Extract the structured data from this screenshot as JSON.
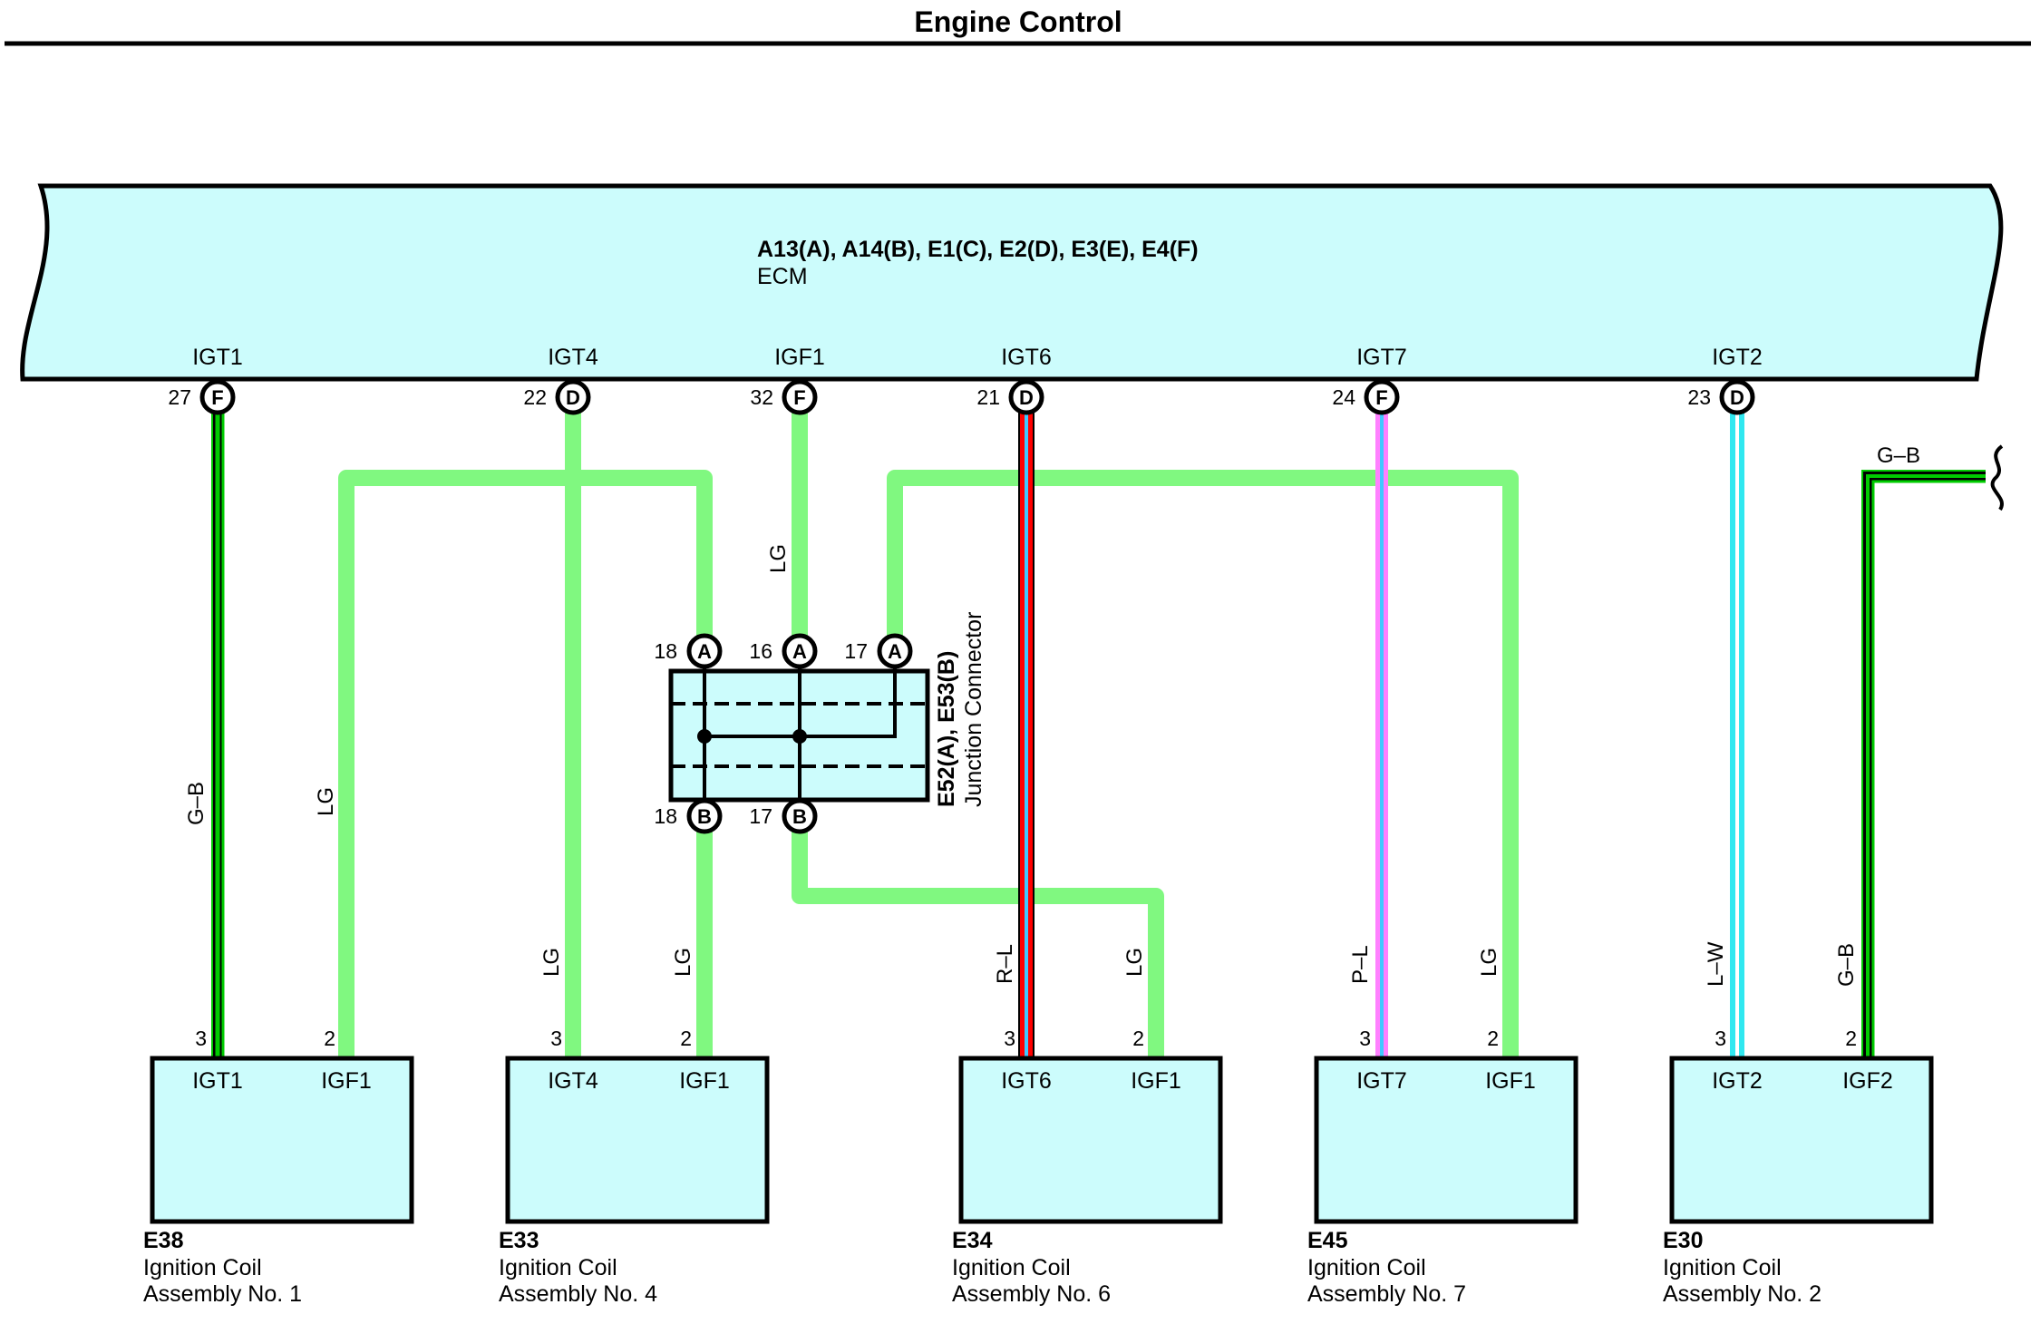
{
  "title": "Engine Control",
  "ecm": {
    "connectors": "A13(A), A14(B), E1(C), E2(D), E3(E), E4(F)",
    "name": "ECM",
    "pins": [
      {
        "label": "IGT1",
        "num": "27",
        "conn": "F"
      },
      {
        "label": "IGT4",
        "num": "22",
        "conn": "D"
      },
      {
        "label": "IGF1",
        "num": "32",
        "conn": "F"
      },
      {
        "label": "IGT6",
        "num": "21",
        "conn": "D"
      },
      {
        "label": "IGT7",
        "num": "24",
        "conn": "F"
      },
      {
        "label": "IGT2",
        "num": "23",
        "conn": "D"
      }
    ]
  },
  "junction": {
    "id": "E52(A), E53(B)",
    "name": "Junction Connector",
    "top_pins": [
      {
        "num": "18",
        "conn": "A"
      },
      {
        "num": "16",
        "conn": "A"
      },
      {
        "num": "17",
        "conn": "A"
      }
    ],
    "bottom_pins": [
      {
        "num": "18",
        "conn": "B"
      },
      {
        "num": "17",
        "conn": "B"
      }
    ]
  },
  "wires": {
    "igt1": "G–B",
    "igf_e38": "LG",
    "ecm_igf1": "LG",
    "igt4": "LG",
    "igf_e33": "LG",
    "igt6": "R–L",
    "igf_e34": "LG",
    "igt7": "P–L",
    "igf_e45": "LG",
    "igt2": "L–W",
    "igf2": "G–B",
    "igf2_ext": "G–B"
  },
  "coils": [
    {
      "id": "E38",
      "name": "Ignition Coil",
      "assembly": "Assembly No. 1",
      "pin_a": "3",
      "pin_b": "2",
      "sig_a": "IGT1",
      "sig_b": "IGF1"
    },
    {
      "id": "E33",
      "name": "Ignition Coil",
      "assembly": "Assembly No. 4",
      "pin_a": "3",
      "pin_b": "2",
      "sig_a": "IGT4",
      "sig_b": "IGF1"
    },
    {
      "id": "E34",
      "name": "Ignition Coil",
      "assembly": "Assembly No. 6",
      "pin_a": "3",
      "pin_b": "2",
      "sig_a": "IGT6",
      "sig_b": "IGF1"
    },
    {
      "id": "E45",
      "name": "Ignition Coil",
      "assembly": "Assembly No. 7",
      "pin_a": "3",
      "pin_b": "2",
      "sig_a": "IGT7",
      "sig_b": "IGF1"
    },
    {
      "id": "E30",
      "name": "Ignition Coil",
      "assembly": "Assembly No. 2",
      "pin_a": "3",
      "pin_b": "2",
      "sig_a": "IGT2",
      "sig_b": "IGF2"
    }
  ],
  "colors": {
    "component_fill": "#ccfcfc",
    "wire_lg": "#80f880",
    "wire_green": "#00cc00",
    "wire_red": "#ff0000",
    "wire_blue": "#40c8ff",
    "wire_pink": "#ff80ff",
    "wire_cyan": "#30e8f0"
  }
}
